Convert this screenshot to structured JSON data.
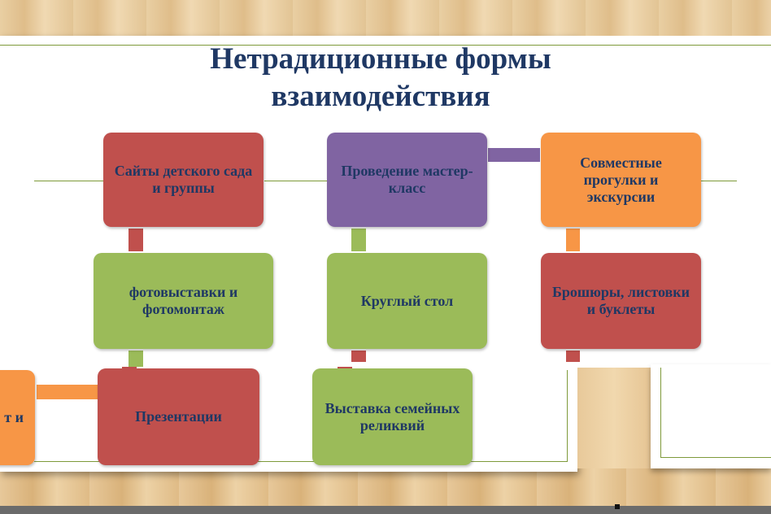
{
  "title": "Нетрадиционные формы взаимодействия",
  "colors": {
    "red": "#c0504d",
    "purple": "#8064a2",
    "orange": "#f79646",
    "green": "#9bbb59",
    "title": "#1f3864",
    "frame": "#7e9a3a"
  },
  "boxes": {
    "sites": "Сайты детского сада и группы",
    "master_class": "Проведение мастер-класс",
    "walks": "Совместные прогулки и экскурсии",
    "photo": "фотовыставки и фотомонтаж",
    "round_table": "Круглый стол",
    "brochures": "Брошюры, листовки и буклеты",
    "left_partial": "т и",
    "presentations": "Презентации",
    "exhibition": "Выставка семейных реликвий"
  }
}
